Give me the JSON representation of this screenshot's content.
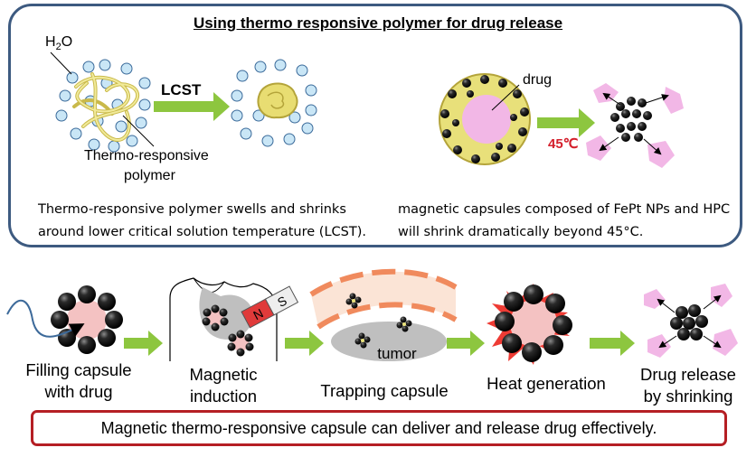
{
  "title": "Using  thermo responsive  polymer  for drug  release",
  "top_left": {
    "water_label": "H",
    "water_sub": "2",
    "water_tail": "O",
    "lcst_label": "LCST",
    "polymer_label_line1": "Thermo-responsive",
    "polymer_label_line2": "polymer",
    "caption_line1": "Thermo-responsive polymer swells and shrinks",
    "caption_line2": "around lower critical solution temperature (LCST)."
  },
  "top_right": {
    "drug_label": "drug",
    "temperature_label": "45℃",
    "caption_line1": "magnetic capsules composed of FePt NPs and HPC",
    "caption_line2": "will shrink dramatically beyond 45°C."
  },
  "steps": {
    "fill_line1": "Filling capsule",
    "fill_line2": "with  drug",
    "magnetic_line1": "Magnetic",
    "magnetic_line2": "induction",
    "magnet_n": "N",
    "magnet_s": "S",
    "trapping": "Trapping capsule",
    "tumor": "tumor",
    "heat": "Heat generation",
    "release_line1": "Drug release",
    "release_line2": "by shrinking"
  },
  "conclusion": "Magnetic thermo-responsive capsule can deliver and release drug effectively.",
  "colors": {
    "frame_blue": "#3d5a80",
    "arrow_green": "#8dc63f",
    "conclusion_red": "#b51f24",
    "water_blue": "#c9e6f6",
    "polymer_yellow": "#e8e07a",
    "drug_pink": "#f2b7e6",
    "heat_red": "#ee3b34"
  }
}
